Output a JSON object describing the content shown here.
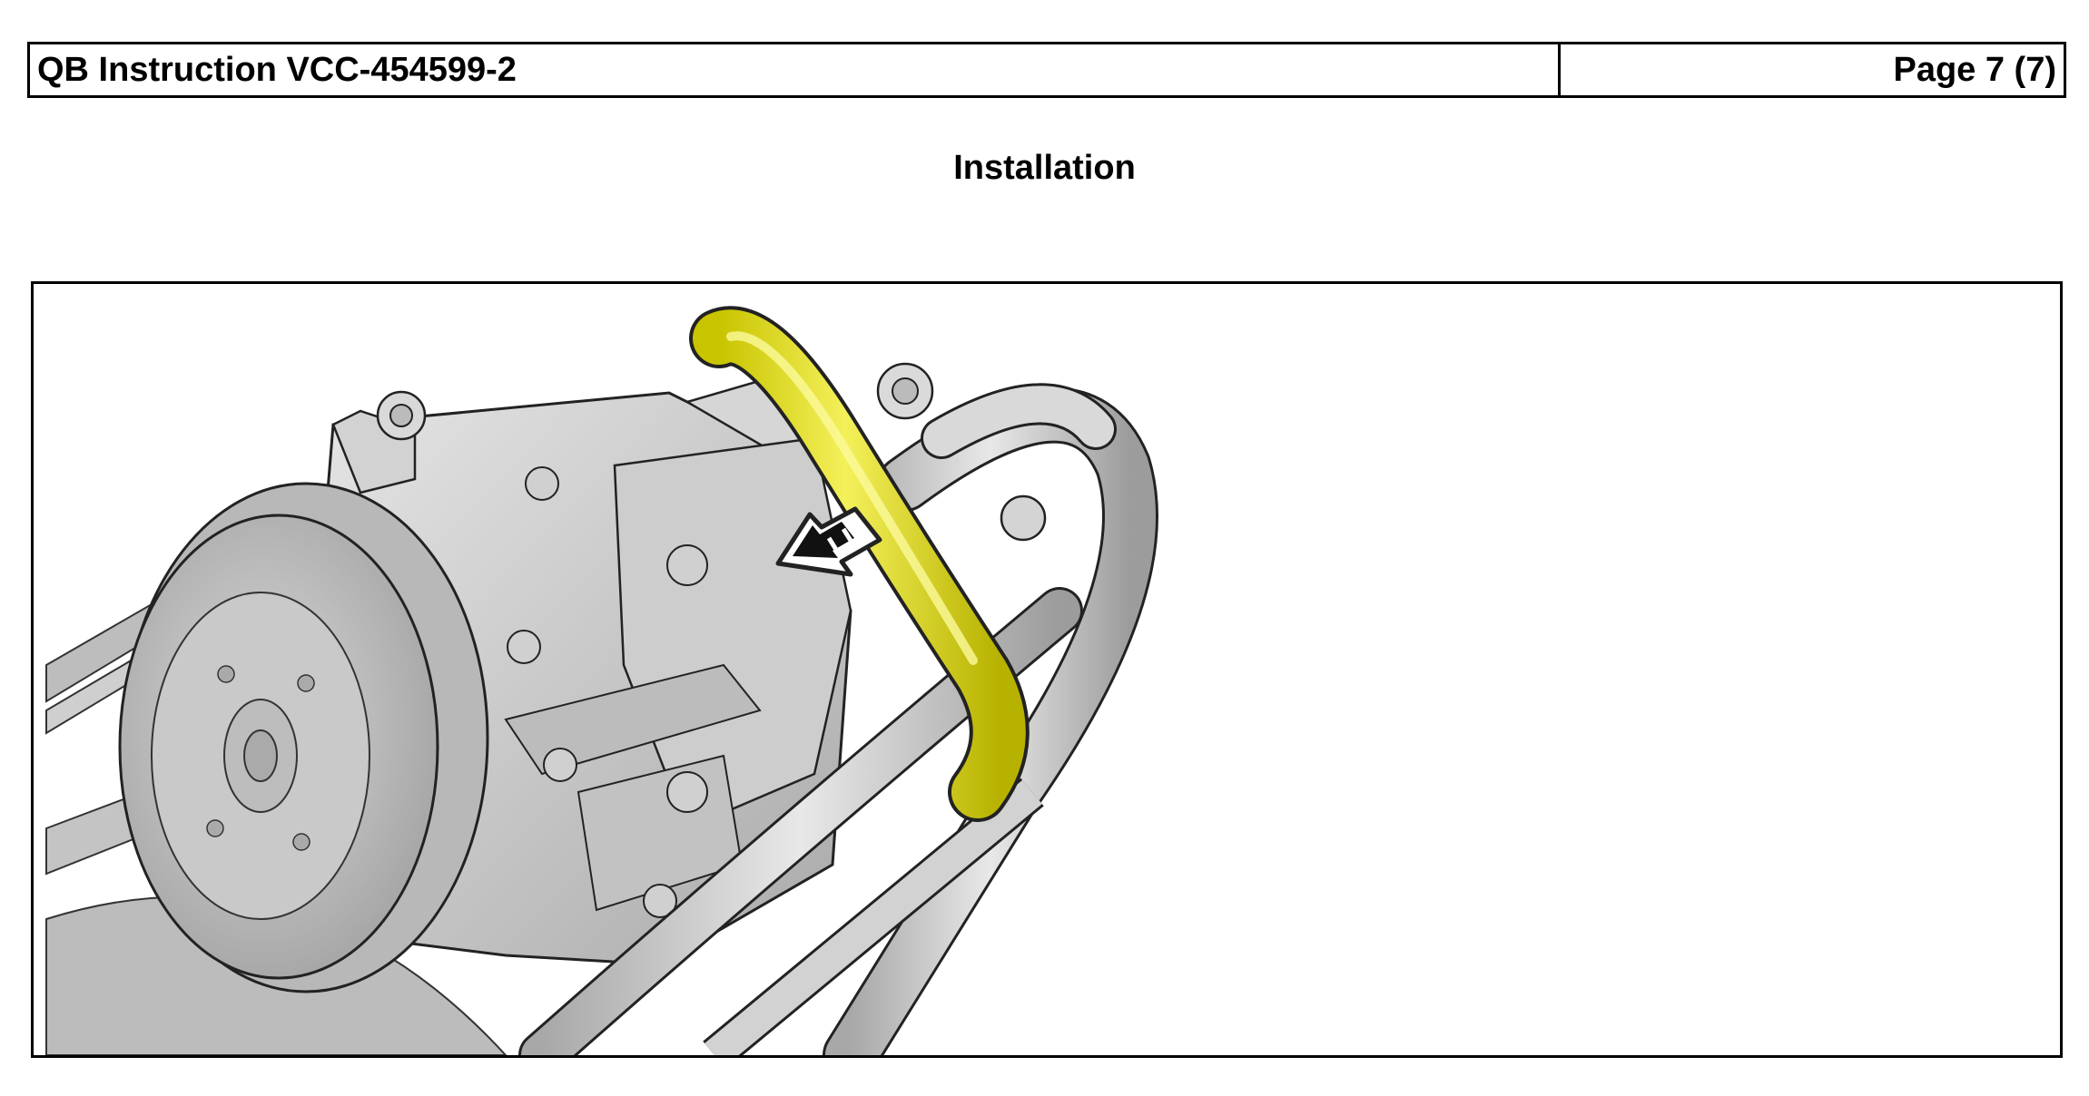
{
  "header": {
    "document_title": "QB Instruction VCC-454599-2",
    "page_label": "Page 7 (7)"
  },
  "section": {
    "title": "Installation"
  },
  "figure": {
    "highlight_color": "#e5e200",
    "metal_color": "#c9c9c9"
  }
}
